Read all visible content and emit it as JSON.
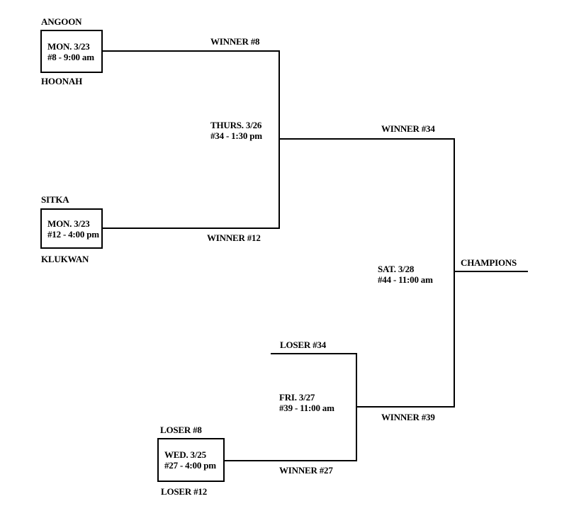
{
  "colors": {
    "background": "#ffffff",
    "line": "#000000",
    "text": "#000000"
  },
  "bracket": {
    "games": {
      "g8": {
        "team_top": "ANGOON",
        "team_bottom": "HOONAH",
        "date": "MON. 3/23",
        "info": "#8 - 9:00 am",
        "winner": "WINNER #8"
      },
      "g12": {
        "team_top": "SITKA",
        "team_bottom": "KLUKWAN",
        "date": "MON. 3/23",
        "info": "#12 - 4:00 pm",
        "winner": "WINNER #12"
      },
      "g34": {
        "date": "THURS. 3/26",
        "info": "#34 - 1:30 pm",
        "winner": "WINNER #34"
      },
      "g27": {
        "team_top": "LOSER #8",
        "team_bottom": "LOSER #12",
        "date": "WED. 3/25",
        "info": "#27 - 4:00 pm",
        "winner": "WINNER #27"
      },
      "g39": {
        "feeder_top": "LOSER #34",
        "date": "FRI. 3/27",
        "info": "#39 - 11:00 am",
        "winner": "WINNER #39"
      },
      "g44": {
        "date": "SAT. 3/28",
        "info": "#44 - 11:00 am",
        "result": "CHAMPIONS"
      }
    }
  }
}
